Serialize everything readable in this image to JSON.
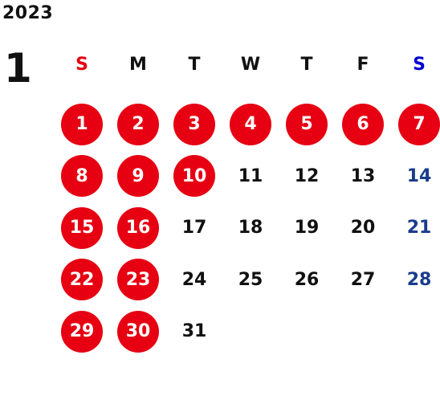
{
  "year": "2023",
  "month": "1",
  "colors": {
    "holiday": "#e60012",
    "sunday_header": "#e60012",
    "saturday_header": "#0000d0",
    "saturday_date": "#1a3c8c",
    "default_text": "#111111"
  },
  "weekdays": [
    "S",
    "M",
    "T",
    "W",
    "T",
    "F",
    "S"
  ],
  "weeks": [
    [
      {
        "d": "1",
        "holiday": true
      },
      {
        "d": "2",
        "holiday": true
      },
      {
        "d": "3",
        "holiday": true
      },
      {
        "d": "4",
        "holiday": true
      },
      {
        "d": "5",
        "holiday": true
      },
      {
        "d": "6",
        "holiday": true
      },
      {
        "d": "7",
        "holiday": true
      }
    ],
    [
      {
        "d": "8",
        "holiday": true
      },
      {
        "d": "9",
        "holiday": true
      },
      {
        "d": "10",
        "holiday": true
      },
      {
        "d": "11",
        "holiday": false
      },
      {
        "d": "12",
        "holiday": false
      },
      {
        "d": "13",
        "holiday": false
      },
      {
        "d": "14",
        "holiday": false
      }
    ],
    [
      {
        "d": "15",
        "holiday": true
      },
      {
        "d": "16",
        "holiday": true
      },
      {
        "d": "17",
        "holiday": false
      },
      {
        "d": "18",
        "holiday": false
      },
      {
        "d": "19",
        "holiday": false
      },
      {
        "d": "20",
        "holiday": false
      },
      {
        "d": "21",
        "holiday": false
      }
    ],
    [
      {
        "d": "22",
        "holiday": true
      },
      {
        "d": "23",
        "holiday": true
      },
      {
        "d": "24",
        "holiday": false
      },
      {
        "d": "25",
        "holiday": false
      },
      {
        "d": "26",
        "holiday": false
      },
      {
        "d": "27",
        "holiday": false
      },
      {
        "d": "28",
        "holiday": false
      }
    ],
    [
      {
        "d": "29",
        "holiday": true
      },
      {
        "d": "30",
        "holiday": true
      },
      {
        "d": "31",
        "holiday": false
      },
      {
        "d": "",
        "holiday": false
      },
      {
        "d": "",
        "holiday": false
      },
      {
        "d": "",
        "holiday": false
      },
      {
        "d": "",
        "holiday": false
      }
    ]
  ]
}
